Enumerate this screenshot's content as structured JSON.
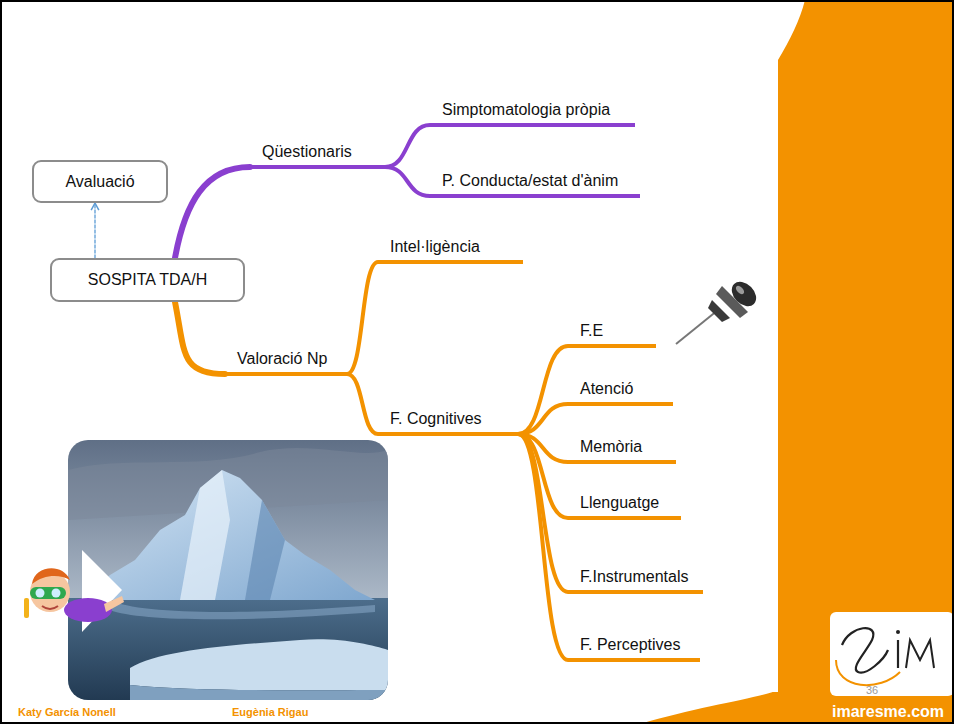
{
  "diagram": {
    "nodes": [
      {
        "text": [
          "Avaluació"
        ]
      },
      {
        "text": [
          "SOSPITA TDA/H"
        ]
      },
      {
        "text": [
          "Qüestionaris"
        ]
      },
      {
        "text": [
          "Simptomatologia pròpia"
        ]
      },
      {
        "text": [
          "P. Conducta/estat d'ànim"
        ]
      },
      {
        "text": [
          "Valoració Np"
        ]
      },
      {
        "text": [
          "Intel·ligència"
        ]
      },
      {
        "text": [
          "F. Cognitives"
        ]
      },
      {
        "text": [
          "F.E"
        ]
      },
      {
        "text": [
          "Atenció"
        ]
      },
      {
        "text": [
          "Memòria"
        ]
      },
      {
        "text": [
          "Llenguatge"
        ]
      },
      {
        "text": [
          "F.Instrumentals"
        ]
      },
      {
        "text": [
          "F. Perceptives"
        ]
      }
    ],
    "edges": [
      {
        "from": 1,
        "to": 0,
        "arrow": "to"
      },
      {
        "from": 1,
        "to": 2,
        "arrow": "none"
      },
      {
        "from": 2,
        "to": 3,
        "arrow": "none"
      },
      {
        "from": 2,
        "to": 4,
        "arrow": "none"
      },
      {
        "from": 1,
        "to": 5,
        "arrow": "none"
      },
      {
        "from": 5,
        "to": 6,
        "arrow": "none"
      },
      {
        "from": 5,
        "to": 7,
        "arrow": "none"
      },
      {
        "from": 7,
        "to": 8,
        "arrow": "none"
      },
      {
        "from": 7,
        "to": 9,
        "arrow": "none"
      },
      {
        "from": 7,
        "to": 10,
        "arrow": "none"
      },
      {
        "from": 7,
        "to": 11,
        "arrow": "none"
      },
      {
        "from": 7,
        "to": 12,
        "arrow": "none"
      },
      {
        "from": 7,
        "to": 13,
        "arrow": "none"
      }
    ],
    "labels": [
      "36",
      "imaresme.com",
      "Katy García Nonell",
      "Eugènia Rigau"
    ]
  }
}
